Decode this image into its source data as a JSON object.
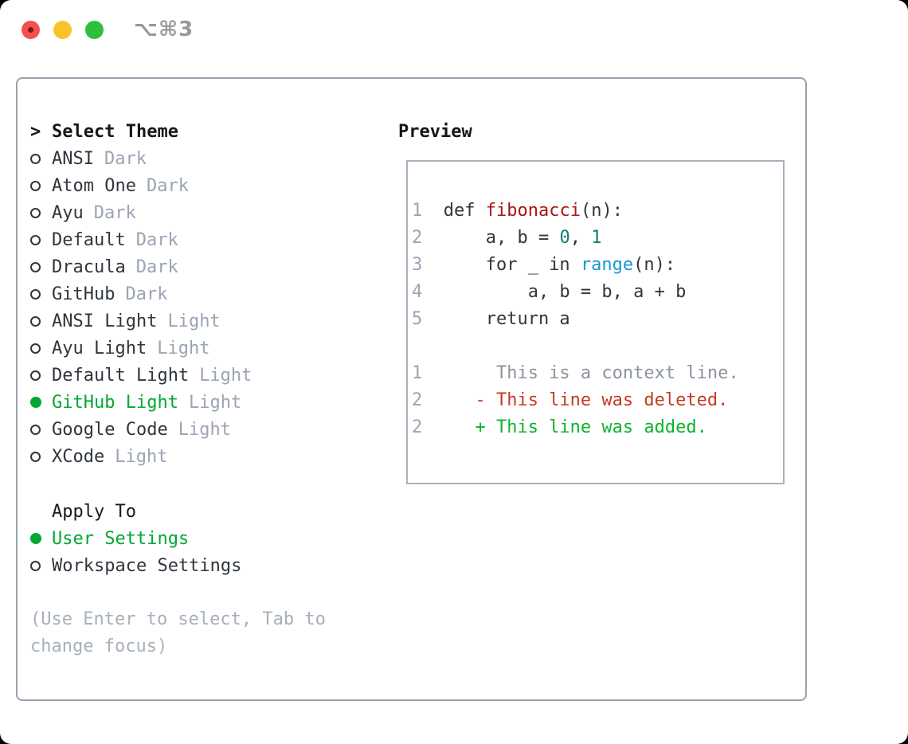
{
  "titlebar": {
    "shortcut": "⌥⌘3"
  },
  "select_theme": {
    "marker": ">",
    "title": "Select Theme",
    "items": [
      {
        "name": "ANSI",
        "variant": "Dark",
        "selected": false
      },
      {
        "name": "Atom One",
        "variant": "Dark",
        "selected": false
      },
      {
        "name": "Ayu",
        "variant": "Dark",
        "selected": false
      },
      {
        "name": "Default",
        "variant": "Dark",
        "selected": false
      },
      {
        "name": "Dracula",
        "variant": "Dark",
        "selected": false
      },
      {
        "name": "GitHub",
        "variant": "Dark",
        "selected": false
      },
      {
        "name": "ANSI Light",
        "variant": "Light",
        "selected": false
      },
      {
        "name": "Ayu Light",
        "variant": "Light",
        "selected": false
      },
      {
        "name": "Default Light",
        "variant": "Light",
        "selected": false
      },
      {
        "name": "GitHub Light",
        "variant": "Light",
        "selected": true
      },
      {
        "name": "Google Code",
        "variant": "Light",
        "selected": false
      },
      {
        "name": "XCode",
        "variant": "Light",
        "selected": false
      }
    ]
  },
  "apply_to": {
    "title": "Apply To",
    "options": [
      {
        "label": "User Settings",
        "selected": true
      },
      {
        "label": "Workspace Settings",
        "selected": false
      }
    ]
  },
  "hint": "(Use Enter to select, Tab to change focus)",
  "preview": {
    "title": "Preview",
    "lines": [
      [
        [
          "ln",
          "1"
        ],
        [
          "code",
          "  def "
        ],
        [
          "func",
          "fibonacci"
        ],
        [
          "code",
          "(n):"
        ]
      ],
      [
        [
          "ln",
          "2"
        ],
        [
          "code",
          "      a, b = "
        ],
        [
          "num",
          "0"
        ],
        [
          "code",
          ", "
        ],
        [
          "num",
          "1"
        ]
      ],
      [
        [
          "ln",
          "3"
        ],
        [
          "code",
          "      for _ in "
        ],
        [
          "builtin",
          "range"
        ],
        [
          "code",
          "(n):"
        ]
      ],
      [
        [
          "ln",
          "4"
        ],
        [
          "code",
          "          a, b = b, a + b"
        ]
      ],
      [
        [
          "ln",
          "5"
        ],
        [
          "code",
          "      return a"
        ]
      ],
      [],
      [
        [
          "ln",
          "1"
        ],
        [
          "context",
          "       This is a context line."
        ]
      ],
      [
        [
          "ln",
          "2"
        ],
        [
          "deleted",
          "     - This line was deleted."
        ]
      ],
      [
        [
          "ln",
          "2"
        ],
        [
          "added",
          "     + This line was added."
        ]
      ]
    ]
  },
  "colors": {
    "selection_green": "#00a832",
    "added_green": "#0db32d",
    "deleted_red": "#c53a22",
    "function_red": "#a91616",
    "number_teal": "#0e7d72",
    "builtin_blue": "#1499d3",
    "muted_gray": "#9aa4b3",
    "traffic_close": "#f4504f",
    "traffic_close_dot": "#7b1a12",
    "traffic_min": "#f9c32e",
    "traffic_zoom": "#2fbf3f"
  }
}
